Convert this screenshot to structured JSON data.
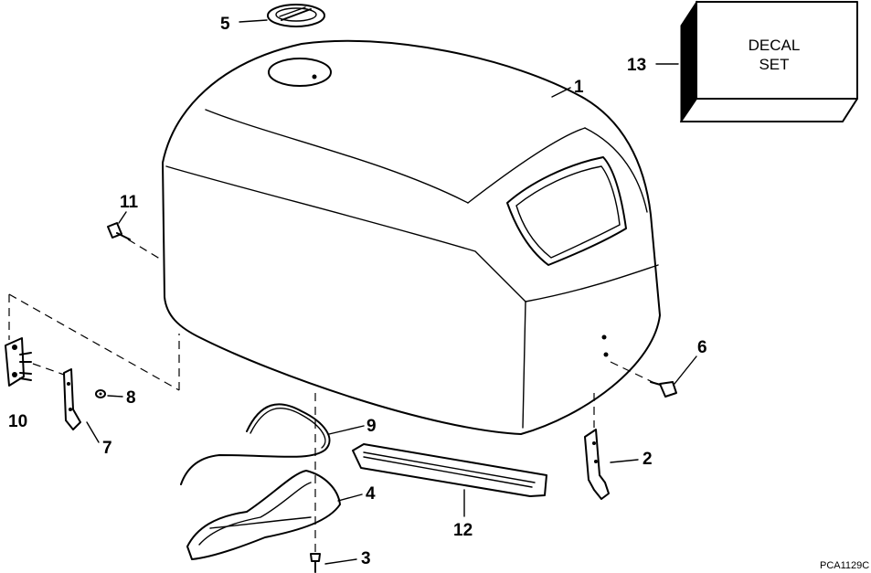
{
  "callouts": {
    "c1": "1",
    "c2": "2",
    "c3": "3",
    "c4": "4",
    "c5": "5",
    "c6": "6",
    "c7": "7",
    "c8": "8",
    "c9": "9",
    "c10": "10",
    "c11": "11",
    "c12": "12",
    "c13": "13"
  },
  "decal_box": {
    "line1": "DECAL",
    "line2": "SET"
  },
  "figure_code": "PCA1129C"
}
